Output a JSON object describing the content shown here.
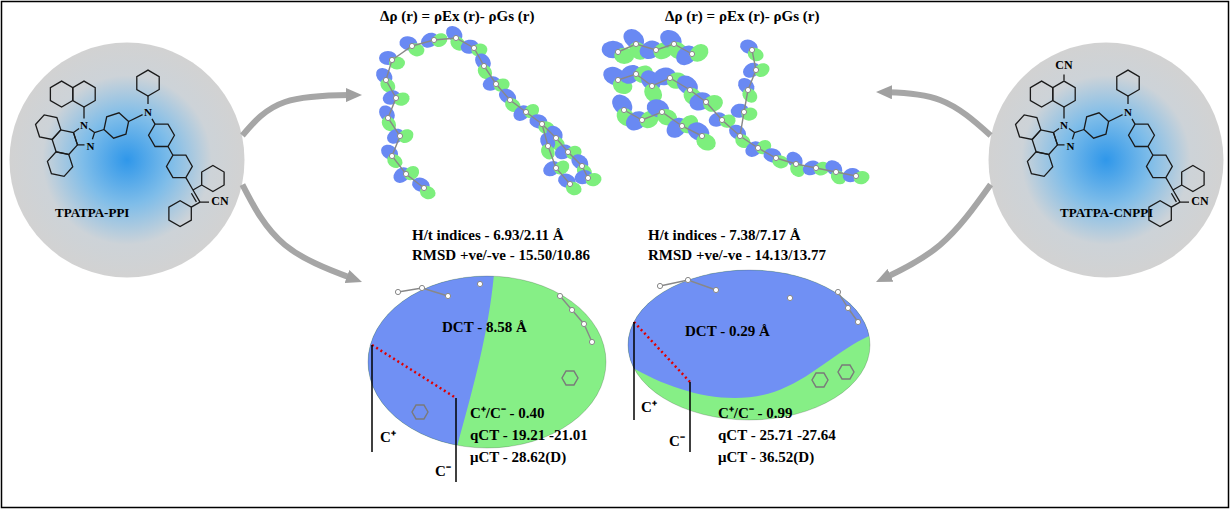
{
  "diagram": {
    "nodes": [
      {
        "text": [
          "TPATPA-PPI"
        ]
      },
      {
        "text": [
          "Δρ (r) = ρEx (r)- ρGs (r)",
          "H/t indices - 6.93/2.11 Å",
          "RMSD +ve/-ve - 15.50/10.86"
        ]
      },
      {
        "text": [
          "DCT - 8.58 Å",
          "C⁺/C⁻ - 0.40",
          "qCT - 19.21 -21.01",
          "μCT - 28.62(D)"
        ]
      },
      {
        "text": [
          "Δρ (r) = ρEx (r)- ρGs (r)",
          "H/t indices - 7.38/7.17 Å",
          "RMSD +ve/-ve - 14.13/13.77"
        ]
      },
      {
        "text": [
          "DCT - 0.29 Å",
          "C⁺/C⁻ - 0.99",
          "qCT - 25.71 -27.64",
          "μCT - 36.52(D)"
        ]
      },
      {
        "text": [
          "TPATPA-CNPPI"
        ]
      }
    ],
    "edges": [
      {
        "from": 0,
        "to": 1,
        "arrow": "to"
      },
      {
        "from": 0,
        "to": 2,
        "arrow": "to"
      },
      {
        "from": 5,
        "to": 3,
        "arrow": "to"
      },
      {
        "from": 5,
        "to": 4,
        "arrow": "to"
      }
    ],
    "labels": [
      "N",
      "N",
      "N",
      "CN",
      "C⁺",
      "C⁻",
      "C⁺",
      "C⁻",
      "CN",
      "N",
      "N",
      "N",
      "CN"
    ]
  }
}
